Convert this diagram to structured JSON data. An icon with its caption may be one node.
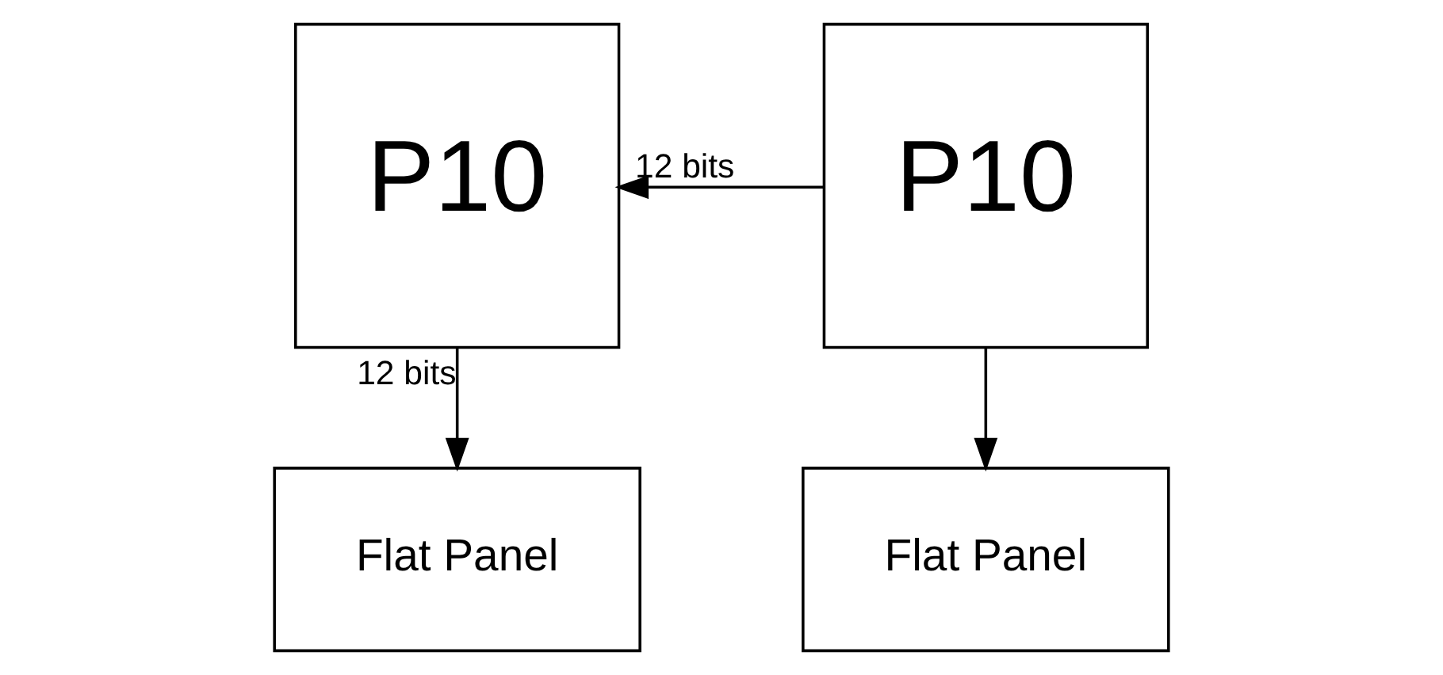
{
  "diagram": {
    "nodes": [
      {
        "text": [
          "P10"
        ]
      },
      {
        "text": [
          "P10"
        ]
      },
      {
        "text": [
          "Flat Panel"
        ]
      },
      {
        "text": [
          "Flat Panel"
        ]
      }
    ],
    "edges": [
      {
        "from": 1,
        "to": 0,
        "arrow": "to",
        "label": "12 bits"
      },
      {
        "from": 0,
        "to": 2,
        "arrow": "to",
        "label": "12 bits"
      },
      {
        "from": 1,
        "to": 3,
        "arrow": "to"
      }
    ]
  }
}
